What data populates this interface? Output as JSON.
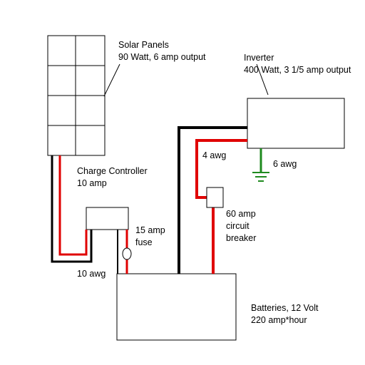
{
  "solar_panels": {
    "title": "Solar Panels",
    "spec": "90 Watt, 6 amp output"
  },
  "inverter": {
    "title": "Inverter",
    "spec": "400 Watt, 3 1/5 amp output"
  },
  "charge_controller": {
    "title": "Charge Controller",
    "spec": "10 amp"
  },
  "fuse": {
    "line1": "15 amp",
    "line2": "fuse"
  },
  "breaker": {
    "line1": "60 amp",
    "line2": "circuit",
    "line3": "breaker"
  },
  "batteries": {
    "title": "Batteries, 12 Volt",
    "spec": "220 amp*hour"
  },
  "wire_labels": {
    "panel_wire": "10 awg",
    "inverter_wire": "4 awg",
    "ground_wire": "6 awg"
  },
  "colors": {
    "positive": "#e00000",
    "negative": "#000000",
    "ground": "#1f8a1f",
    "outline": "#000000"
  }
}
